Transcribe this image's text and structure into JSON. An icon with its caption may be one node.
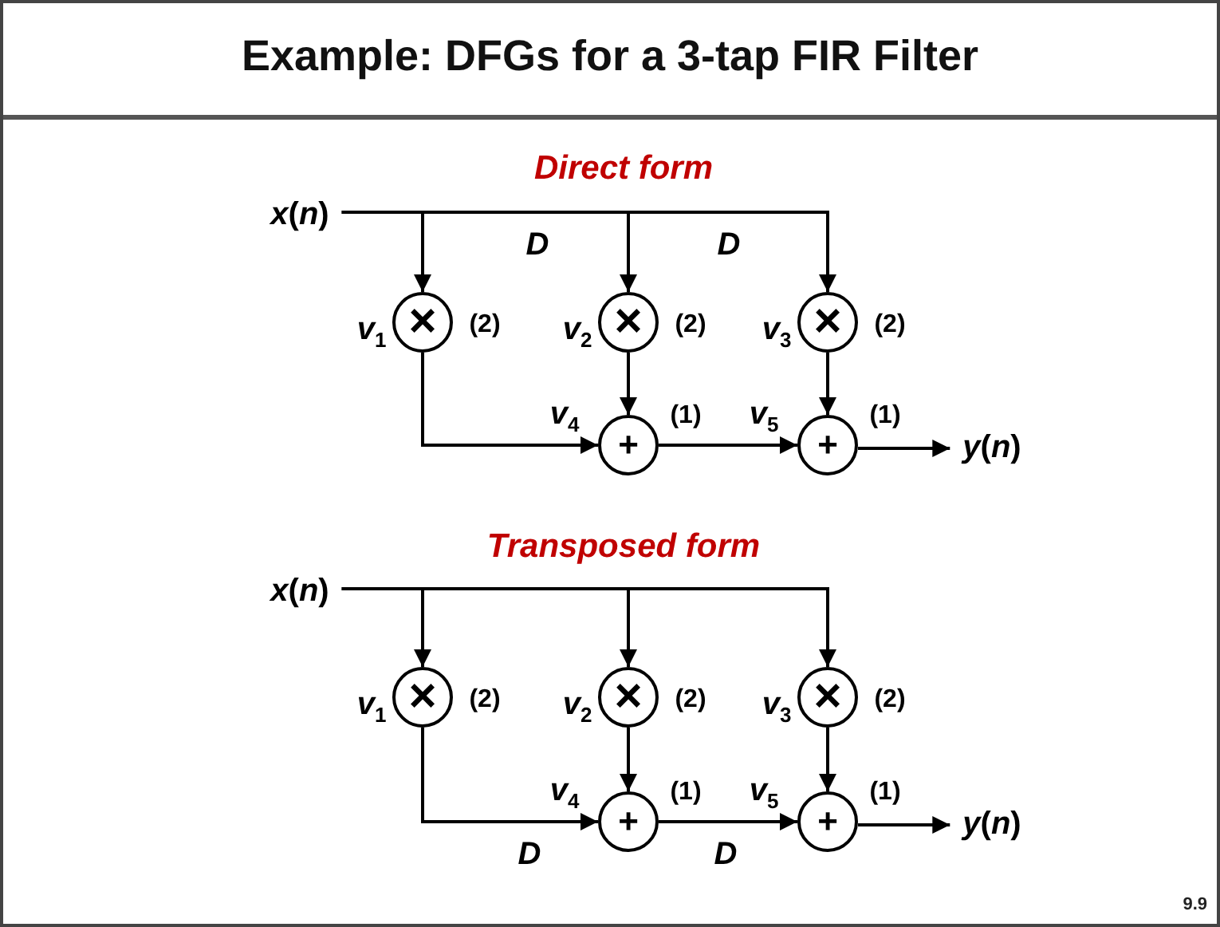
{
  "diagram": {
    "title": "Example: DFGs for a 3-tap FIR Filter",
    "nodes": [
      {
        "text": [
          "*x*(*n*)"
        ]
      },
      {
        "text": [
          "×"
        ],
        "beside": [
          "v$_{1}$",
          "(2)"
        ]
      },
      {
        "text": [
          "×"
        ],
        "beside": [
          "v$_{2}$",
          "(2)"
        ]
      },
      {
        "text": [
          "×"
        ],
        "beside": [
          "v$_{3}$",
          "(2)"
        ]
      },
      {
        "text": [
          "+"
        ],
        "beside": [
          "v$_{4}$",
          "(1)"
        ]
      },
      {
        "text": [
          "+"
        ],
        "beside": [
          "v$_{5}$",
          "(1)"
        ]
      },
      {
        "text": [
          "*y*(*n*)"
        ]
      },
      {
        "text": [
          "*x*(*n*)"
        ]
      },
      {
        "text": [
          "×"
        ],
        "beside": [
          "v$_{1}$",
          "(2)"
        ]
      },
      {
        "text": [
          "×"
        ],
        "beside": [
          "v$_{2}$",
          "(2)"
        ]
      },
      {
        "text": [
          "×"
        ],
        "beside": [
          "v$_{3}$",
          "(2)"
        ]
      },
      {
        "text": [
          "+"
        ],
        "beside": [
          "v$_{4}$",
          "(1)"
        ]
      },
      {
        "text": [
          "+"
        ],
        "beside": [
          "v$_{5}$",
          "(1)"
        ]
      },
      {
        "text": [
          "*y*(*n*)"
        ]
      }
    ],
    "edges": [
      {
        "from": 0,
        "to": 1,
        "arrow": "to"
      },
      {
        "from": 0,
        "to": 2,
        "arrow": "to",
        "label": "D"
      },
      {
        "from": 0,
        "to": 3,
        "arrow": "to",
        "label": "D"
      },
      {
        "from": 1,
        "to": 4,
        "arrow": "to"
      },
      {
        "from": 2,
        "to": 4,
        "arrow": "to"
      },
      {
        "from": 4,
        "to": 5,
        "arrow": "to"
      },
      {
        "from": 3,
        "to": 5,
        "arrow": "to"
      },
      {
        "from": 5,
        "to": 6,
        "arrow": "to"
      },
      {
        "from": 7,
        "to": 8,
        "arrow": "to"
      },
      {
        "from": 7,
        "to": 9,
        "arrow": "to"
      },
      {
        "from": 7,
        "to": 10,
        "arrow": "to"
      },
      {
        "from": 8,
        "to": 11,
        "arrow": "to",
        "label": "D"
      },
      {
        "from": 9,
        "to": 11,
        "arrow": "to"
      },
      {
        "from": 11,
        "to": 12,
        "arrow": "to",
        "label": "D"
      },
      {
        "from": 10,
        "to": 12,
        "arrow": "to"
      },
      {
        "from": 12,
        "to": 13,
        "arrow": "to"
      }
    ],
    "labels": [
      "Direct form",
      "Transposed form",
      "9.9"
    ]
  }
}
